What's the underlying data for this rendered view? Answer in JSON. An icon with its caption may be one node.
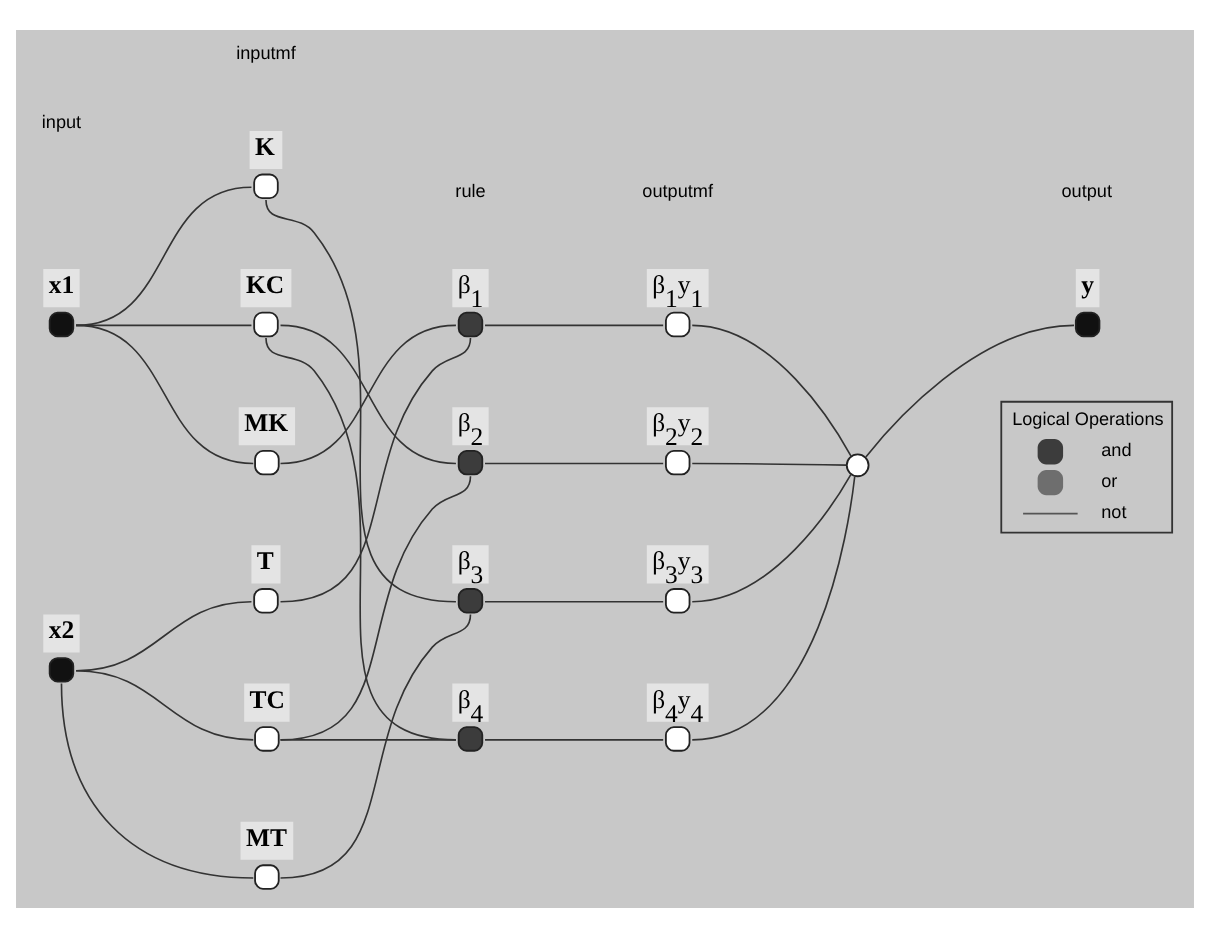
{
  "diagram": {
    "nodes": [
      {
        "text": [
          "x1"
        ]
      },
      {
        "text": [
          "x2"
        ]
      },
      {
        "text": [
          "K"
        ]
      },
      {
        "text": [
          "KC"
        ]
      },
      {
        "text": [
          "MK"
        ]
      },
      {
        "text": [
          "T"
        ]
      },
      {
        "text": [
          "TC"
        ]
      },
      {
        "text": [
          "MT"
        ]
      },
      {
        "text": [
          "β$_{1}$"
        ]
      },
      {
        "text": [
          "β$_{2}$"
        ]
      },
      {
        "text": [
          "β$_{3}$"
        ]
      },
      {
        "text": [
          "β$_{4}$"
        ]
      },
      {
        "text": [
          "β$_{1}$y$_{1}$"
        ]
      },
      {
        "text": [
          "β$_{2}$y$_{2}$"
        ]
      },
      {
        "text": [
          "β$_{3}$y$_{3}$"
        ]
      },
      {
        "text": [
          "β$_{4}$y$_{4}$"
        ]
      },
      {
        "text": [],
        "shape": "circle"
      },
      {
        "text": [
          "y"
        ]
      }
    ],
    "edges": [
      {
        "from": 0,
        "to": 2,
        "arrow": "none"
      },
      {
        "from": 0,
        "to": 3,
        "arrow": "none"
      },
      {
        "from": 0,
        "to": 4,
        "arrow": "none"
      },
      {
        "from": 1,
        "to": 5,
        "arrow": "none"
      },
      {
        "from": 1,
        "to": 6,
        "arrow": "none"
      },
      {
        "from": 1,
        "to": 7,
        "arrow": "none"
      },
      {
        "from": 2,
        "to": 10,
        "arrow": "none"
      },
      {
        "from": 3,
        "to": 9,
        "arrow": "none"
      },
      {
        "from": 3,
        "to": 11,
        "arrow": "none"
      },
      {
        "from": 4,
        "to": 8,
        "arrow": "none"
      },
      {
        "from": 5,
        "to": 8,
        "arrow": "none"
      },
      {
        "from": 6,
        "to": 9,
        "arrow": "none"
      },
      {
        "from": 6,
        "to": 11,
        "arrow": "none"
      },
      {
        "from": 7,
        "to": 10,
        "arrow": "none"
      },
      {
        "from": 8,
        "to": 12,
        "arrow": "none"
      },
      {
        "from": 9,
        "to": 13,
        "arrow": "none"
      },
      {
        "from": 10,
        "to": 14,
        "arrow": "none"
      },
      {
        "from": 11,
        "to": 15,
        "arrow": "none"
      },
      {
        "from": 12,
        "to": 16,
        "arrow": "none"
      },
      {
        "from": 13,
        "to": 16,
        "arrow": "none"
      },
      {
        "from": 14,
        "to": 16,
        "arrow": "none"
      },
      {
        "from": 15,
        "to": 16,
        "arrow": "none"
      },
      {
        "from": 16,
        "to": 17,
        "arrow": "none"
      }
    ],
    "labels": [
      "input",
      "inputmf",
      "rule",
      "outputmf",
      "output",
      "Logical Operations"
    ],
    "legend": [
      {
        "text": "and",
        "color": "#3c3c3c"
      },
      {
        "text": "or",
        "color": "#6e6e6e"
      },
      {
        "text": "not"
      }
    ]
  }
}
